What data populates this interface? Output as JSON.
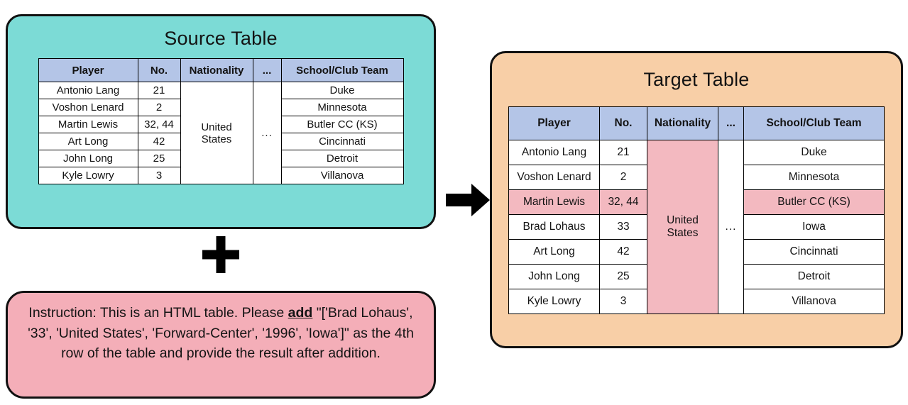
{
  "source": {
    "title": "Source Table",
    "panel_color": "#7cdbd6",
    "table": {
      "headers": [
        "Player",
        "No.",
        "Nationality",
        "...",
        "School/Club Team"
      ],
      "nationality_value": "United\nStates",
      "nationality_line1": "United",
      "nationality_line2": "States",
      "dots_value": "...",
      "rows": [
        {
          "player": "Antonio Lang",
          "no": "21",
          "team": "Duke"
        },
        {
          "player": "Voshon Lenard",
          "no": "2",
          "team": "Minnesota"
        },
        {
          "player": "Martin Lewis",
          "no": "32, 44",
          "team": "Butler CC (KS)"
        },
        {
          "player": "Art Long",
          "no": "42",
          "team": "Cincinnati"
        },
        {
          "player": "John Long",
          "no": "25",
          "team": "Detroit"
        },
        {
          "player": "Kyle Lowry",
          "no": "3",
          "team": "Villanova"
        }
      ]
    }
  },
  "target": {
    "title": "Target Table",
    "panel_color": "#f8cfa7",
    "highlight_color": "#f3b9c0",
    "table": {
      "headers": [
        "Player",
        "No.",
        "Nationality",
        "...",
        "School/Club Team"
      ],
      "nationality_line1": "United",
      "nationality_line2": "States",
      "dots_value": "...",
      "rows": [
        {
          "player": "Antonio Lang",
          "no": "21",
          "team": "Duke"
        },
        {
          "player": "Voshon Lenard",
          "no": "2",
          "team": "Minnesota"
        },
        {
          "player": "Martin Lewis",
          "no": "32, 44",
          "team": "Butler CC (KS)"
        },
        {
          "player": "Brad Lohaus",
          "no": "33",
          "team": "Iowa"
        },
        {
          "player": "Art Long",
          "no": "42",
          "team": "Cincinnati"
        },
        {
          "player": "John Long",
          "no": "25",
          "team": "Detroit"
        },
        {
          "player": "Kyle Lowry",
          "no": "3",
          "team": "Villanova"
        }
      ]
    }
  },
  "instruction": {
    "panel_color": "#f4aeb8",
    "prefix": "Instruction: This is an HTML table. Please ",
    "emphasis": "add",
    "suffix": " \"['Brad Lohaus', '33', 'United States', 'Forward-Center', '1996', 'Iowa']\" as the 4th row of the table and provide the result after addition."
  },
  "connectors": {
    "plus": "plus-sign",
    "arrow": "arrow-right-icon"
  },
  "colors": {
    "header_blue": "#b4c5e7",
    "highlight_pink": "#f3b9c0",
    "teal": "#7cdbd6",
    "orange": "#f8cfa7",
    "pink": "#f4aeb8",
    "outline": "#111111"
  }
}
